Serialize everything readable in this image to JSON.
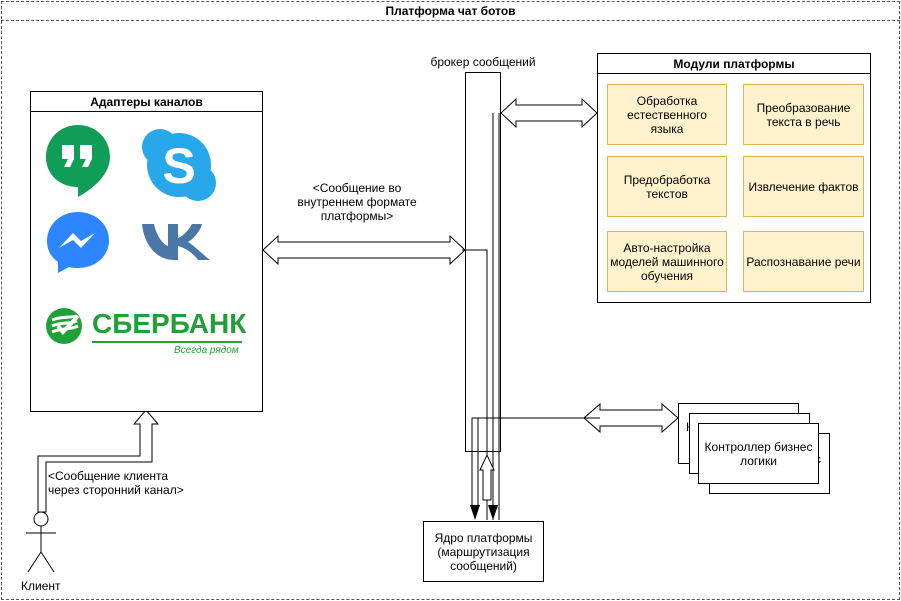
{
  "title": "Платформа чат ботов",
  "channels": {
    "title": "Адаптеры каналов",
    "icons": [
      "hangouts-icon",
      "skype-icon",
      "messenger-icon",
      "vk-icon"
    ],
    "sberbank": {
      "name": "СБЕРБАНК",
      "tagline": "Всегда рядом"
    }
  },
  "broker": {
    "label": "брокер сообщений"
  },
  "platform_modules": {
    "title": "Модули платформы",
    "items": [
      "Обработка естественного языка",
      "Преобразование текста в речь",
      "Предобработка текстов",
      "Извлечение фактов",
      "Авто-настройка моделей машинного обучения",
      "Распознавание речи"
    ]
  },
  "arrow_label_internal": "<Сообщение во внутреннем формате платформы>",
  "arrow_label_client": "<Сообщение клиента через сторонний канал>",
  "client": {
    "label": "Клиент"
  },
  "core": {
    "label": "Ядро платформы (маршрутизация сообщений)"
  },
  "controller": {
    "label": "Контроллер бизнес логики",
    "peek_left": "К",
    "peek_right": "с"
  },
  "colors": {
    "module_fill": "#fff2cc",
    "module_border": "#d6b656",
    "hangouts": "#0f9d58",
    "skype": "#28a8ea",
    "messenger": "#2d86ff",
    "vk": "#4a76a8",
    "sber": "#21a038"
  }
}
